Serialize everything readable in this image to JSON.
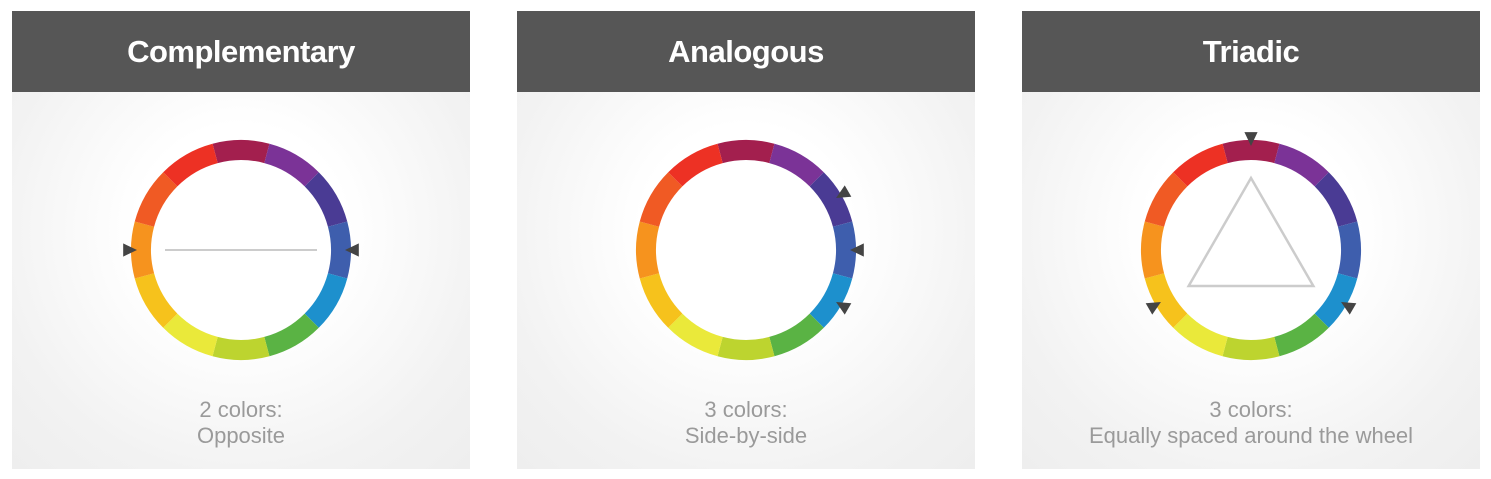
{
  "cards": [
    {
      "title": "Complementary",
      "caption_line1": "2 colors:",
      "caption_line2": "Opposite",
      "markers": [
        90,
        270
      ],
      "shape": "line"
    },
    {
      "title": "Analogous",
      "caption_line1": "3 colors:",
      "caption_line2": "Side-by-side",
      "markers": [
        60,
        90,
        120
      ],
      "shape": "none"
    },
    {
      "title": "Triadic",
      "caption_line1": "3 colors:",
      "caption_line2": "Equally spaced around the wheel",
      "markers": [
        0,
        120,
        240
      ],
      "shape": "triangle"
    }
  ],
  "wheel_colors": [
    "#a31f4e",
    "#7b3397",
    "#4a3b94",
    "#3e5ead",
    "#1d90cd",
    "#5ab344",
    "#bdd42f",
    "#eae93a",
    "#f6c21c",
    "#f6931e",
    "#f05a24",
    "#ed3124"
  ],
  "marker_color": "#444444",
  "guide_color": "#cccccc"
}
